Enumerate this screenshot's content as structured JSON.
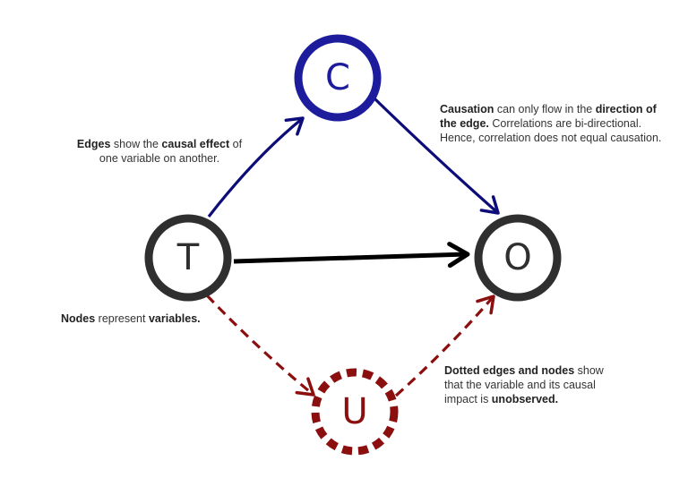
{
  "nodes": {
    "C": {
      "label": "C",
      "color": "#1c1c9c"
    },
    "T": {
      "label": "T",
      "color": "#2f2f2f"
    },
    "O": {
      "label": "O",
      "color": "#2f2f2f"
    },
    "U": {
      "label": "U",
      "color": "#8b0f0f"
    }
  },
  "colors": {
    "causal_edge": "#0d0d7a",
    "direct_edge": "#000000",
    "unobserved": "#8b0f0f"
  },
  "annotations": {
    "edges": {
      "b1": "Edges",
      "t1": " show the ",
      "b2": "causal effect",
      "t2": " of",
      "line2": "one variable on another."
    },
    "causation": {
      "b1": "Causation",
      "t1": " can only flow in the ",
      "b2": "direction of",
      "b3": "the edge.",
      "t2": " Correlations are bi-directional.",
      "line3": "Hence, correlation does not equal causation."
    },
    "nodes": {
      "b1": "Nodes",
      "t1": " represent ",
      "b2": "variables."
    },
    "dotted": {
      "b1": "Dotted edges and nodes",
      "t1": " show",
      "line2": "that the variable and its causal",
      "line3a": "impact is ",
      "b2": "unobserved."
    }
  }
}
